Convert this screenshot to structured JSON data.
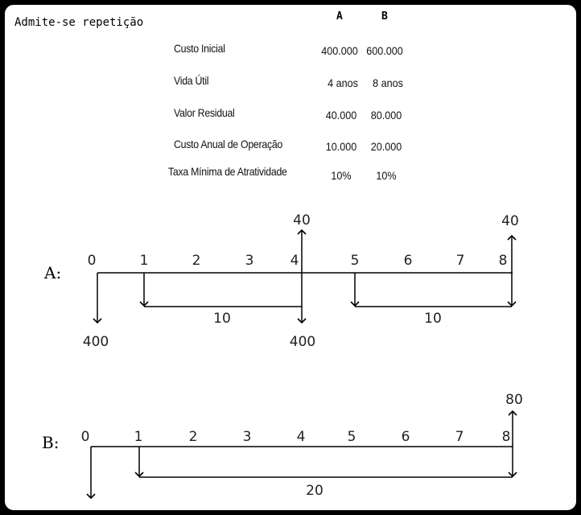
{
  "heading": "Admite-se repetição",
  "table": {
    "col_a": "A",
    "col_b": "B",
    "rows": [
      {
        "label": "Custo Inicial",
        "a": "400.000",
        "b": "600.000"
      },
      {
        "label": "Vida Útil",
        "a": "4 anos",
        "b": "8 anos"
      },
      {
        "label": "Valor Residual",
        "a": "40.000",
        "b": "80.000"
      },
      {
        "label": "Custo Anual de Operação",
        "a": "10.000",
        "b": "20.000"
      },
      {
        "label": "Taxa Mínima de Atratividade",
        "a": "10%",
        "b": "10%"
      }
    ]
  },
  "diagram_a": {
    "label": "A:",
    "periods": [
      "0",
      "1",
      "2",
      "3",
      "4",
      "5",
      "6",
      "7",
      "8"
    ],
    "residual_4": "40",
    "residual_8": "40",
    "initial_0": "400",
    "initial_4": "400",
    "annual_1": "10",
    "annual_2": "10"
  },
  "diagram_b": {
    "label": "B:",
    "periods": [
      "0",
      "1",
      "2",
      "3",
      "4",
      "5",
      "6",
      "7",
      "8"
    ],
    "residual_8": "80",
    "annual": "20"
  }
}
